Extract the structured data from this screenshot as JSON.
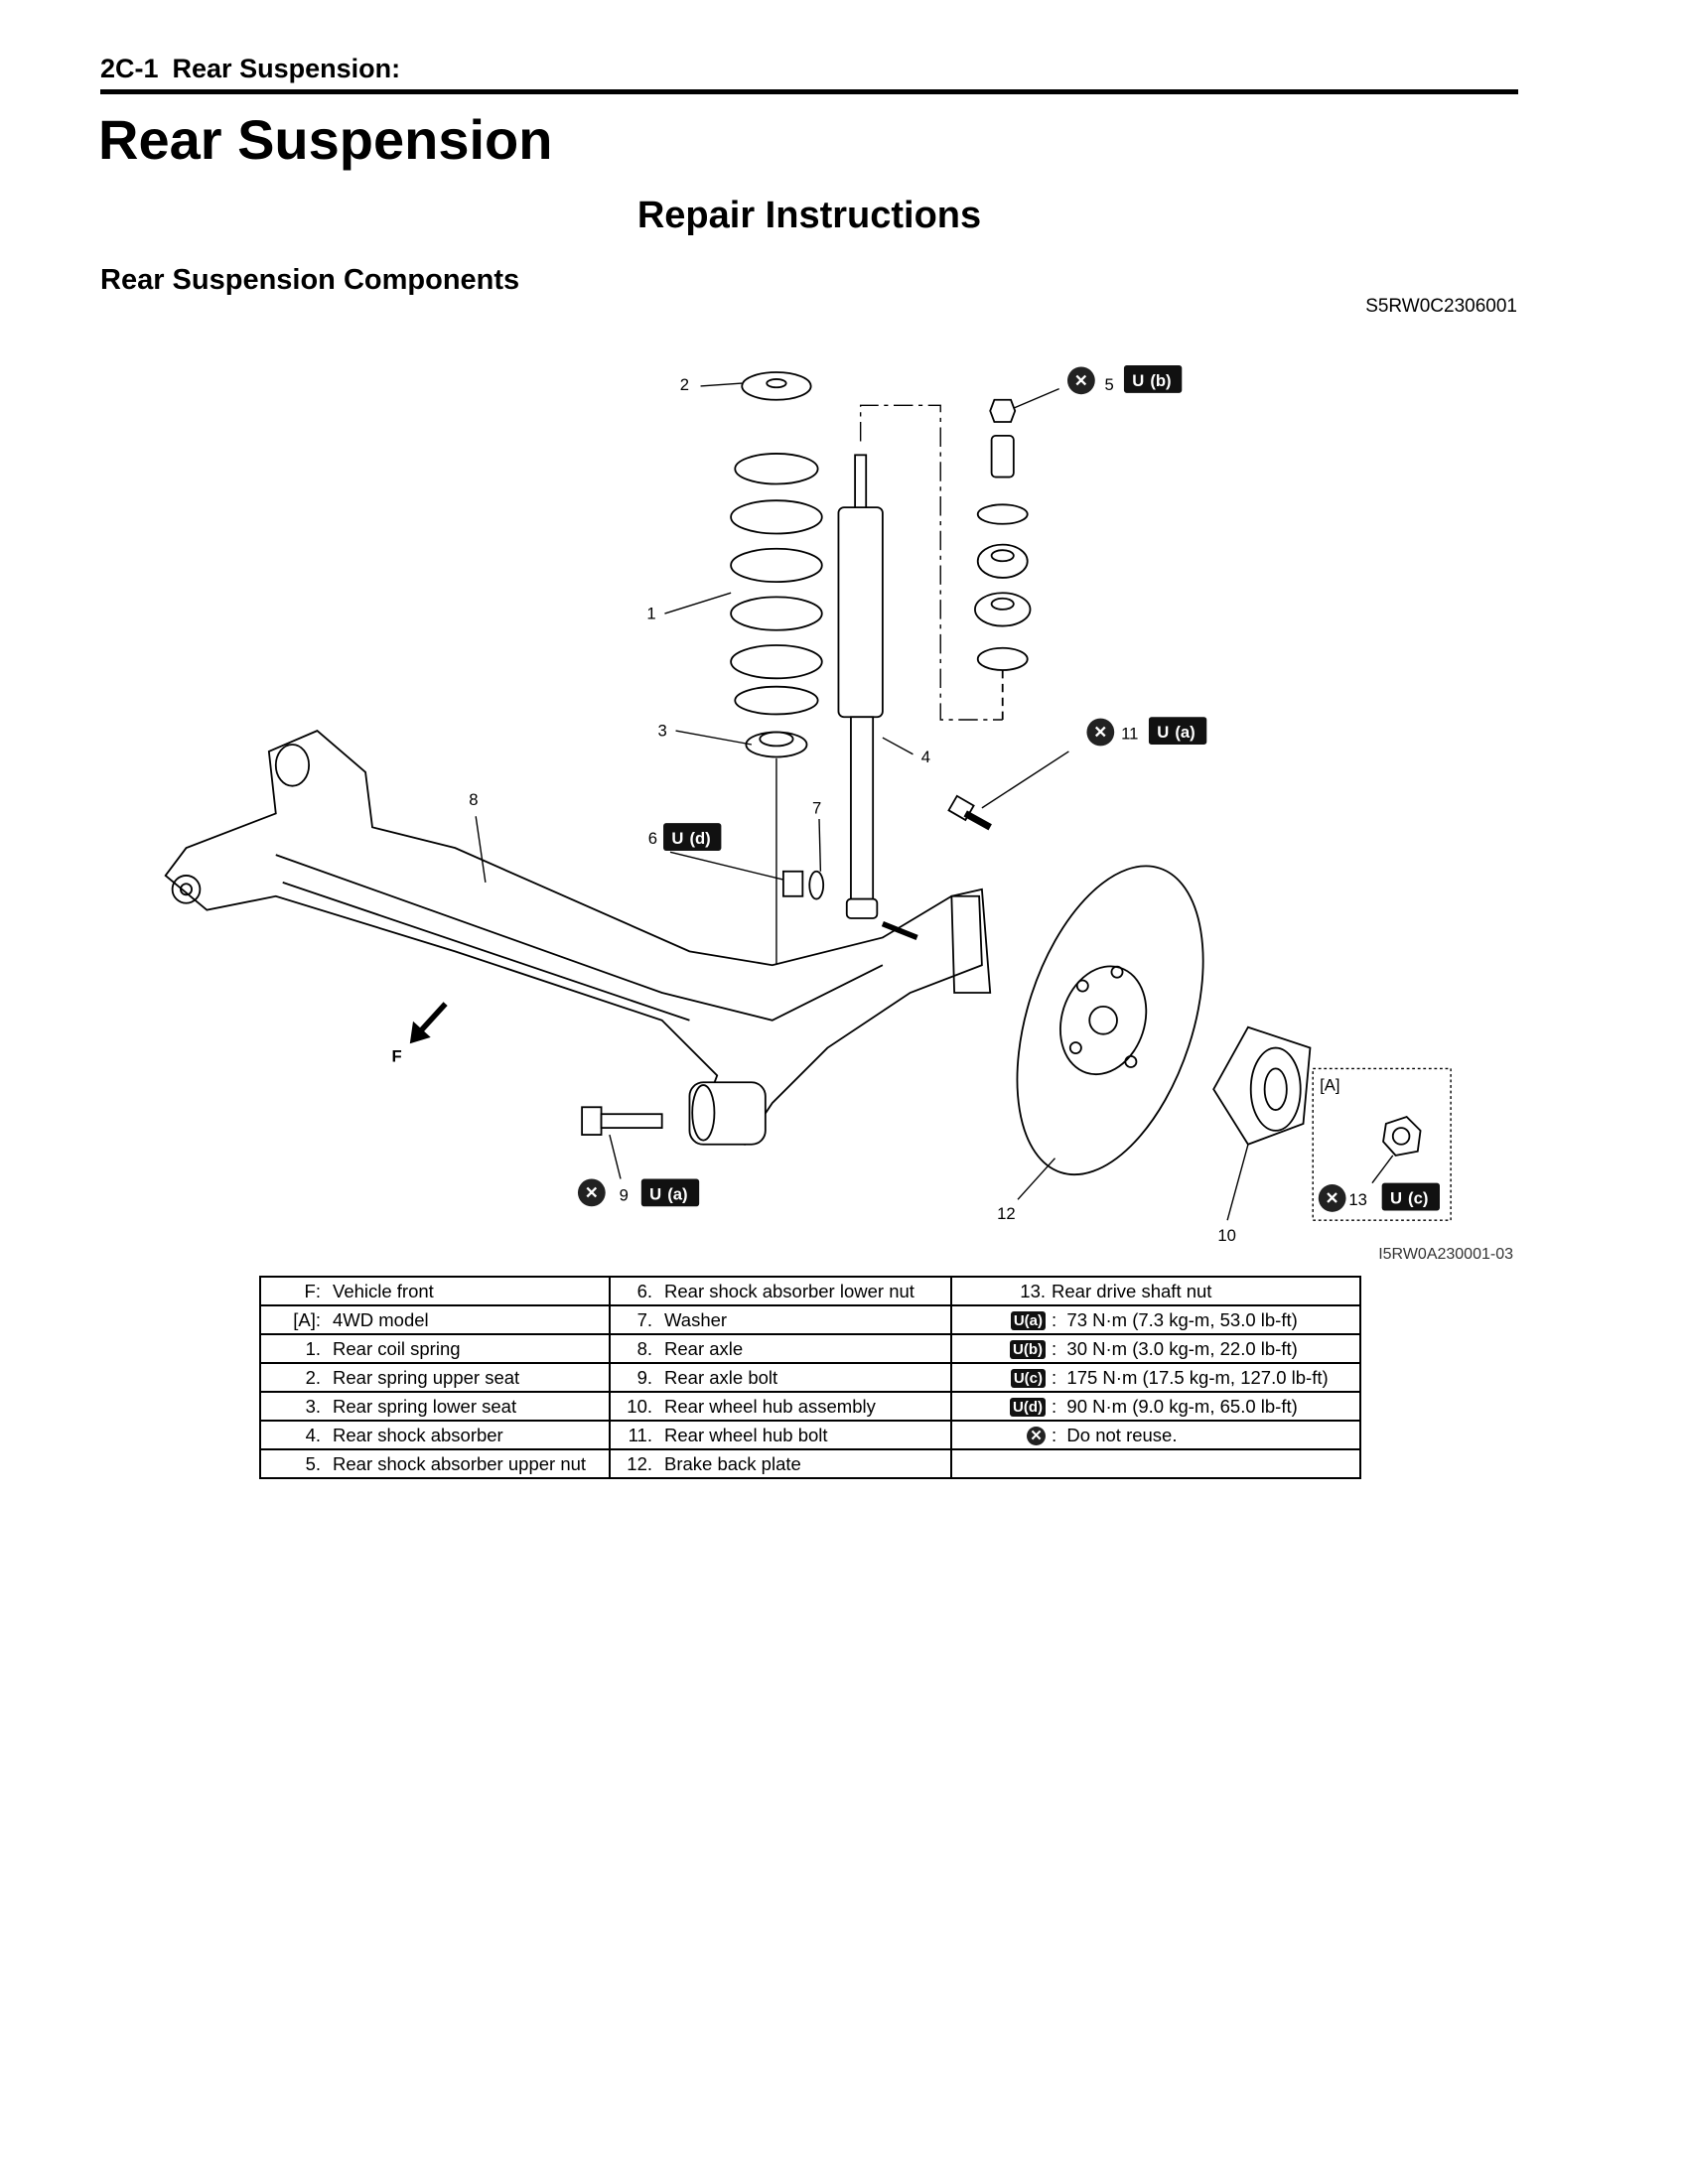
{
  "header": {
    "section_number": "2C-1",
    "section_title": "Rear Suspension:"
  },
  "title": "Rear Suspension",
  "subtitle": "Repair Instructions",
  "section": {
    "heading": "Rear Suspension Components",
    "code": "S5RW0C2306001"
  },
  "diagram": {
    "figure_id": "I5RW0A230001-03",
    "callouts": {
      "c1": "1",
      "c2": "2",
      "c3": "3",
      "c4": "4",
      "c5": "5",
      "c6": "6",
      "c7": "7",
      "c8": "8",
      "c9": "9",
      "c10": "10",
      "c11": "11",
      "c12": "12",
      "c13": "13",
      "front": "F",
      "model_4wd": "[A]"
    },
    "torque_tags": {
      "a": "(a)",
      "b": "(b)",
      "c": "(c)",
      "d": "(d)"
    }
  },
  "legend": {
    "col1": [
      {
        "key": "F:",
        "label": "Vehicle front"
      },
      {
        "key": "[A]:",
        "label": "4WD model"
      },
      {
        "key": "1.",
        "label": "Rear coil spring"
      },
      {
        "key": "2.",
        "label": "Rear spring upper seat"
      },
      {
        "key": "3.",
        "label": "Rear spring lower seat"
      },
      {
        "key": "4.",
        "label": "Rear shock absorber"
      },
      {
        "key": "5.",
        "label": "Rear shock absorber upper nut"
      }
    ],
    "col2": [
      {
        "key": "6.",
        "label": "Rear shock absorber lower nut"
      },
      {
        "key": "7.",
        "label": "Washer"
      },
      {
        "key": "8.",
        "label": "Rear axle"
      },
      {
        "key": "9.",
        "label": "Rear axle bolt"
      },
      {
        "key": "10.",
        "label": "Rear wheel hub assembly"
      },
      {
        "key": "11.",
        "label": "Rear wheel hub bolt"
      },
      {
        "key": "12.",
        "label": "Brake back plate"
      }
    ],
    "col3": {
      "item13": {
        "key": "13.",
        "label": "Rear drive shaft nut"
      },
      "torques": [
        {
          "tag": "(a)",
          "value": "73 N·m (7.3 kg-m, 53.0 lb-ft)"
        },
        {
          "tag": "(b)",
          "value": "30 N·m (3.0 kg-m, 22.0 lb-ft)"
        },
        {
          "tag": "(c)",
          "value": "175 N·m (17.5 kg-m, 127.0 lb-ft)"
        },
        {
          "tag": "(d)",
          "value": "90 N·m (9.0 kg-m, 65.0 lb-ft)"
        }
      ],
      "torque_glyph": "U",
      "do_not_reuse": {
        "glyph": "✕",
        "label": "Do not reuse."
      },
      "colon": ":"
    }
  }
}
